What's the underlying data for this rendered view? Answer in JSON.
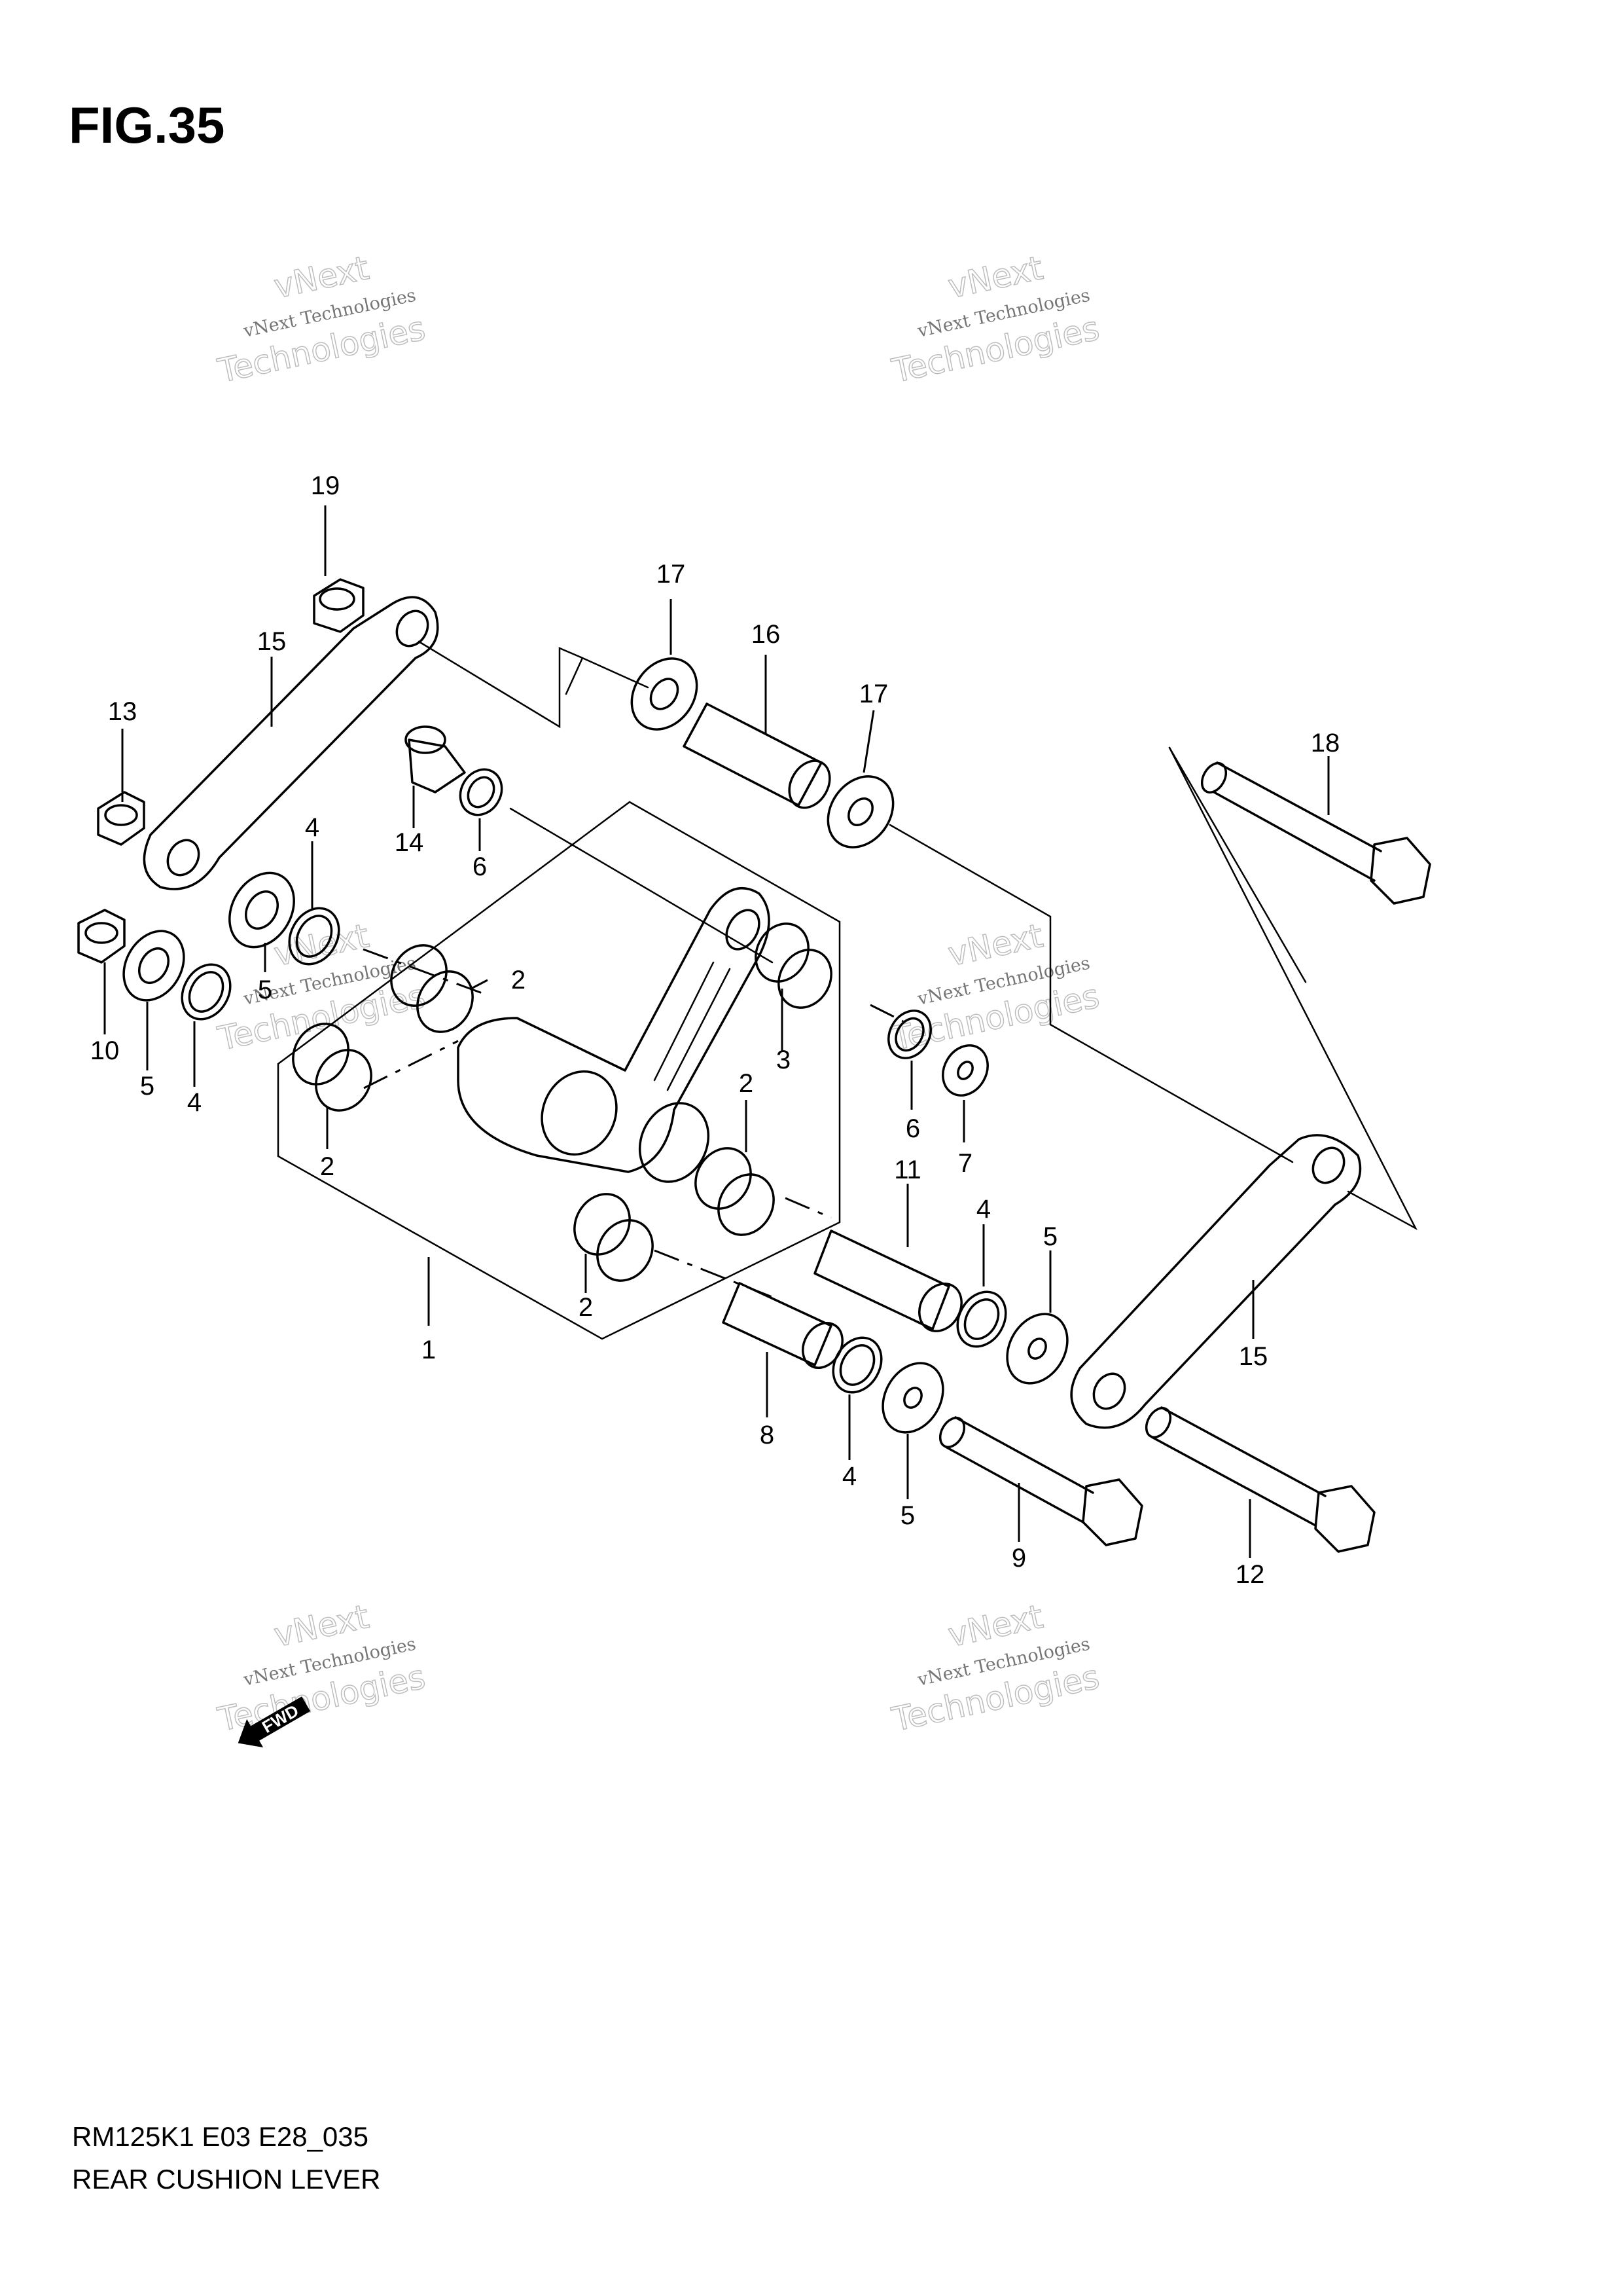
{
  "figure": {
    "title": "FIG.35",
    "code": "RM125K1 E03 E28_035",
    "name": "REAR CUSHION LEVER"
  },
  "direction_marker": "FWD",
  "watermark": {
    "line1": "vNext Technologies",
    "line2": "vNext",
    "line3": "Technologies"
  },
  "callouts": [
    "19",
    "17",
    "16",
    "15",
    "17",
    "13",
    "18",
    "14",
    "6",
    "4",
    "2",
    "5",
    "3",
    "10",
    "5",
    "4",
    "6",
    "7",
    "2",
    "2",
    "11",
    "4",
    "5",
    "2",
    "1",
    "15",
    "8",
    "4",
    "5",
    "9",
    "12"
  ]
}
